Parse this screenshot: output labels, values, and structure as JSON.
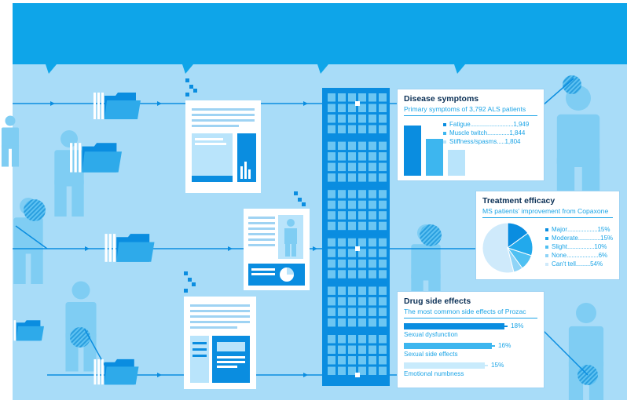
{
  "colors": {
    "sky": "#0ea5e9",
    "panel": "#a8dcf8",
    "pale": "#d4effd",
    "white": "#ffffff",
    "blue": "#0a8de0",
    "mid": "#3db6ef",
    "light": "#b9e4fb",
    "person": "#7fcdf3",
    "navy": "#0a2f55"
  },
  "icons": [
    "folder-icon",
    "document-icon",
    "person-icon",
    "server-rack-icon"
  ],
  "symptoms": {
    "title": "Disease symptoms",
    "subtitle": "Primary symptoms of 3,792 ALS patients",
    "items": [
      {
        "label": "Fatigue",
        "leader": "...........................",
        "value": "1,949",
        "count": 1949,
        "color": "#0a8de0"
      },
      {
        "label": "Muscle twitch",
        "leader": "..............",
        "value": "1,844",
        "count": 1844,
        "color": "#3db6ef"
      },
      {
        "label": "Stiffness/spasms",
        "leader": ".....",
        "value": "1,804",
        "count": 1804,
        "color": "#b9e4fb"
      }
    ]
  },
  "efficacy": {
    "title": "Treatment efficacy",
    "subtitle": "MS patients' improvement from Copaxone",
    "items": [
      {
        "label": "Major",
        "leader": "...................",
        "value": "15%",
        "share": 15,
        "color": "#0a8de0"
      },
      {
        "label": "Moderate",
        "leader": "..............",
        "value": "15%",
        "share": 15,
        "color": "#22a9ec"
      },
      {
        "label": "Slight",
        "leader": ".................",
        "value": "10%",
        "share": 10,
        "color": "#4fc0f2"
      },
      {
        "label": "None",
        "leader": "....................",
        "value": "6%",
        "share": 6,
        "color": "#8fd4f7"
      },
      {
        "label": "Can't tell",
        "leader": ".........",
        "value": "54%",
        "share": 54,
        "color": "#cfeafb"
      }
    ]
  },
  "side_effects": {
    "title": "Drug side effects",
    "subtitle": "The most common side effects of Prozac",
    "items": [
      {
        "label": "Sexual dysfunction",
        "value": "18%",
        "pct": 18,
        "color": "#0a8de0"
      },
      {
        "label": "Sexual side effects",
        "value": "16%",
        "pct": 16,
        "color": "#3db6ef"
      },
      {
        "label": "Emotional numbness",
        "value": "15%",
        "pct": 15,
        "color": "#c9ebfc"
      }
    ]
  }
}
